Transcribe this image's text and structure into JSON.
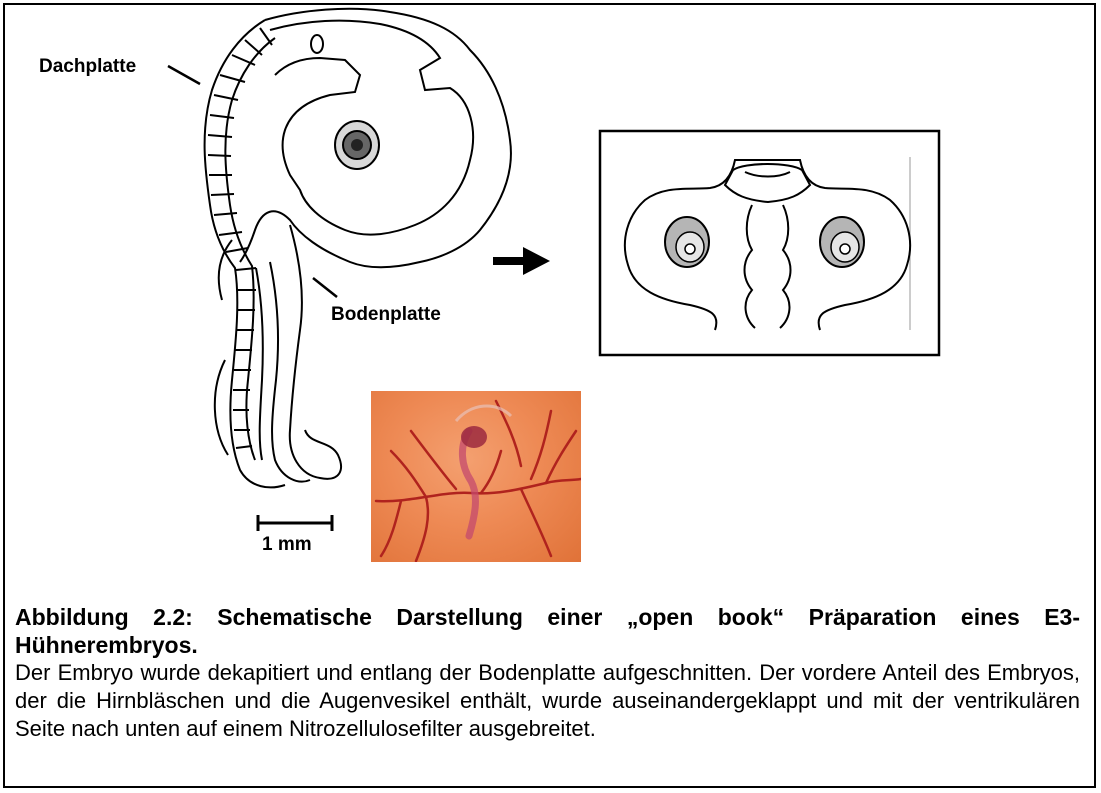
{
  "labels": {
    "roof_plate": "Dachplatte",
    "floor_plate": "Bodenplatte",
    "scale": "1 mm"
  },
  "caption": {
    "title": "Abbildung 2.2: Schematische Darstellung einer „open book“ Präparation eines E3-Hühnerembryos.",
    "body": "Der Embryo wurde dekapitiert und entlang der Bodenplatte aufgeschnitten. Der vordere Anteil des Embryos, der die Hirnbläschen und die Augenvesikel enthält, wurde auseinandergeklappt und mit der ventrikulären Seite nach unten auf einem Nitrozellulosefilter ausgebreitet."
  },
  "colors": {
    "photo_background": "#ee8a55",
    "blood_vessels": "#b0231e"
  }
}
